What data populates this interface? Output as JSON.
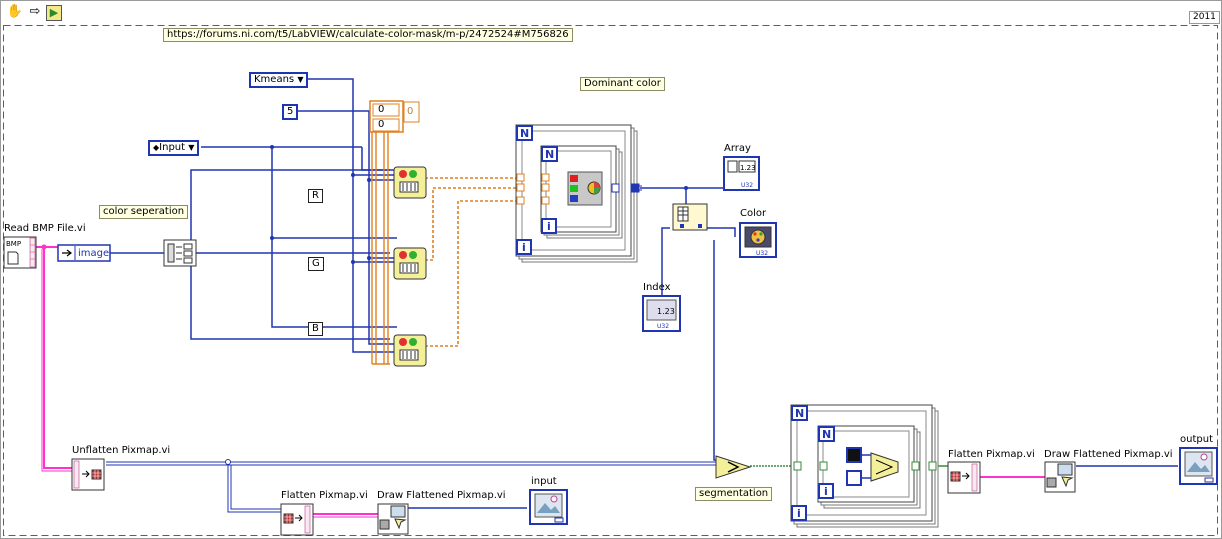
{
  "toolbar": {
    "items": [
      {
        "name": "hand-tool",
        "icon": "hand-icon",
        "glyph": "✋"
      },
      {
        "name": "cleanup",
        "icon": "arrow-right-icon",
        "glyph": "⇨"
      },
      {
        "name": "snippet",
        "icon": "vi-snippet-icon",
        "glyph": "▶"
      }
    ],
    "version": "2011"
  },
  "diagram": {
    "url_note": "https://forums.ni.com/t5/LabVIEW/calculate-color-mask/m-p/2472524#M756826",
    "notes": {
      "dominant": "Dominant color",
      "color_sep": "color seperation",
      "segmentation": "segmentation"
    },
    "constants": {
      "kmeans": "Kmeans",
      "five": "5",
      "input_enum": "Input",
      "image": "image",
      "zero1": "0",
      "zero2": "0",
      "zero3": "0"
    },
    "channels": {
      "r": "R",
      "g": "G",
      "b": "B"
    },
    "labels": {
      "read_bmp": "Read BMP File.vi",
      "unflatten": "Unflatten Pixmap.vi",
      "flatten_bottom": "Flatten Pixmap.vi",
      "draw_bottom": "Draw Flattened Pixmap.vi",
      "input": "input",
      "array": "Array",
      "color": "Color",
      "index": "Index",
      "flatten_right": "Flatten Pixmap.vi",
      "draw_right": "Draw Flattened Pixmap.vi",
      "output": "output"
    },
    "loops": {
      "n": "N",
      "i": "i"
    },
    "terminals": {
      "num_123": "1.23",
      "u32": "U32"
    },
    "colors": {
      "wire_blue": "#2035b0",
      "wire_pink": "#ff33cc",
      "wire_orange": "#e08020",
      "wire_green": "#3a8a3a",
      "note_bg": "#ffffe1",
      "border_teal": "#2f6f7f"
    }
  }
}
